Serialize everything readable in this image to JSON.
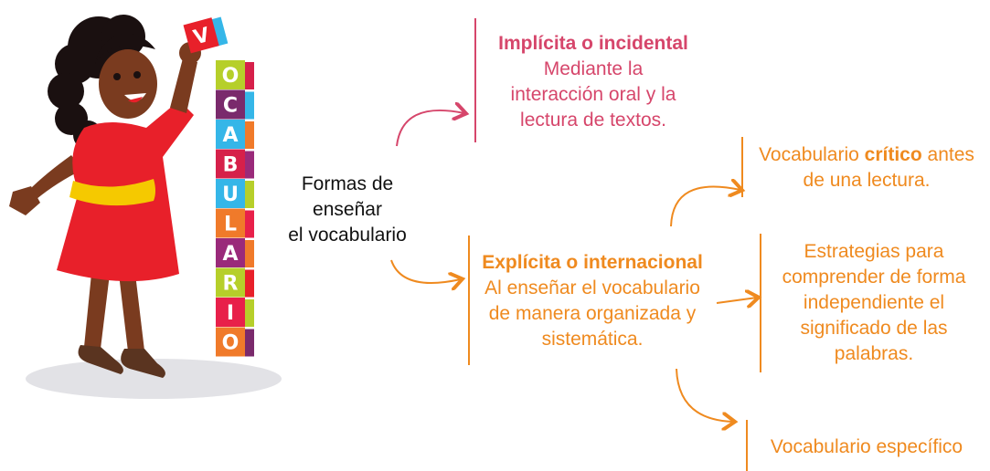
{
  "center_label": {
    "line1": "Formas de",
    "line2": "enseñar",
    "line3": "el vocabulario"
  },
  "implicit": {
    "title": "Implícita o incidental",
    "lines": [
      "Mediante la",
      "interacción oral y la",
      "lectura de textos."
    ]
  },
  "explicit": {
    "title": "Explícita o internacional",
    "lines": [
      "Al enseñar el vocabulario",
      "de manera organizada y",
      "sistemática."
    ]
  },
  "branch_critical": {
    "pre": "Vocabulario ",
    "bold": "crítico",
    "post": " antes",
    "line2": "de una lectura."
  },
  "branch_strategies": {
    "lines": [
      "Estrategias para",
      "comprender de forma",
      "independiente el",
      "significado de las",
      "palabras."
    ]
  },
  "branch_specific": {
    "text": "Vocabulario específico"
  },
  "blocks": {
    "letters": [
      "V",
      "O",
      "C",
      "A",
      "B",
      "U",
      "L",
      "A",
      "R",
      "I",
      "O"
    ]
  },
  "colors": {
    "pink": "#d6466b",
    "orange": "#ef8a1f",
    "dress": "#e8202a",
    "belt": "#f5c900",
    "skin": "#7a3b1f",
    "hair": "#1a1010"
  }
}
